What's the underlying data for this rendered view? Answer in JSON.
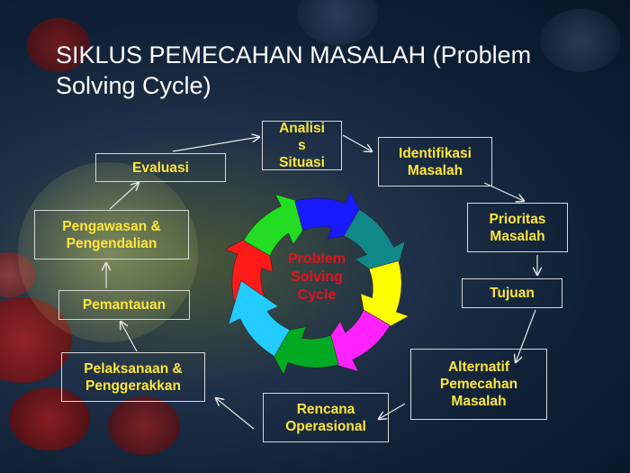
{
  "title": "SIKLUS PEMECAHAN MASALAH (Problem Solving Cycle)",
  "steps": {
    "analisis": "Analisi\ns\nSituasi",
    "identifikasi": "Identifikasi\nMasalah",
    "prioritas": "Prioritas\nMasalah",
    "tujuan": "Tujuan",
    "alternatif": "Alternatif\nPemecahan\nMasalah",
    "rencana": "Rencana\nOperasional",
    "pelaksanaan": "Pelaksanaan &\nPenggerakkan",
    "pemantauan": "Pemantauan",
    "pengawasan": "Pengawasan &\nPengendalian",
    "evaluasi": "Evaluasi"
  },
  "cycle_center": "Problem\nSolving\nCycle",
  "colors": {
    "box_text": "#ffe63c",
    "center_text": "#e0141e",
    "cycle_arrows": [
      "#ff1a1a",
      "#22dd22",
      "#1a1aff",
      "#118888",
      "#ffff00",
      "#ff22ff",
      "#00aa22",
      "#22ccff"
    ]
  }
}
